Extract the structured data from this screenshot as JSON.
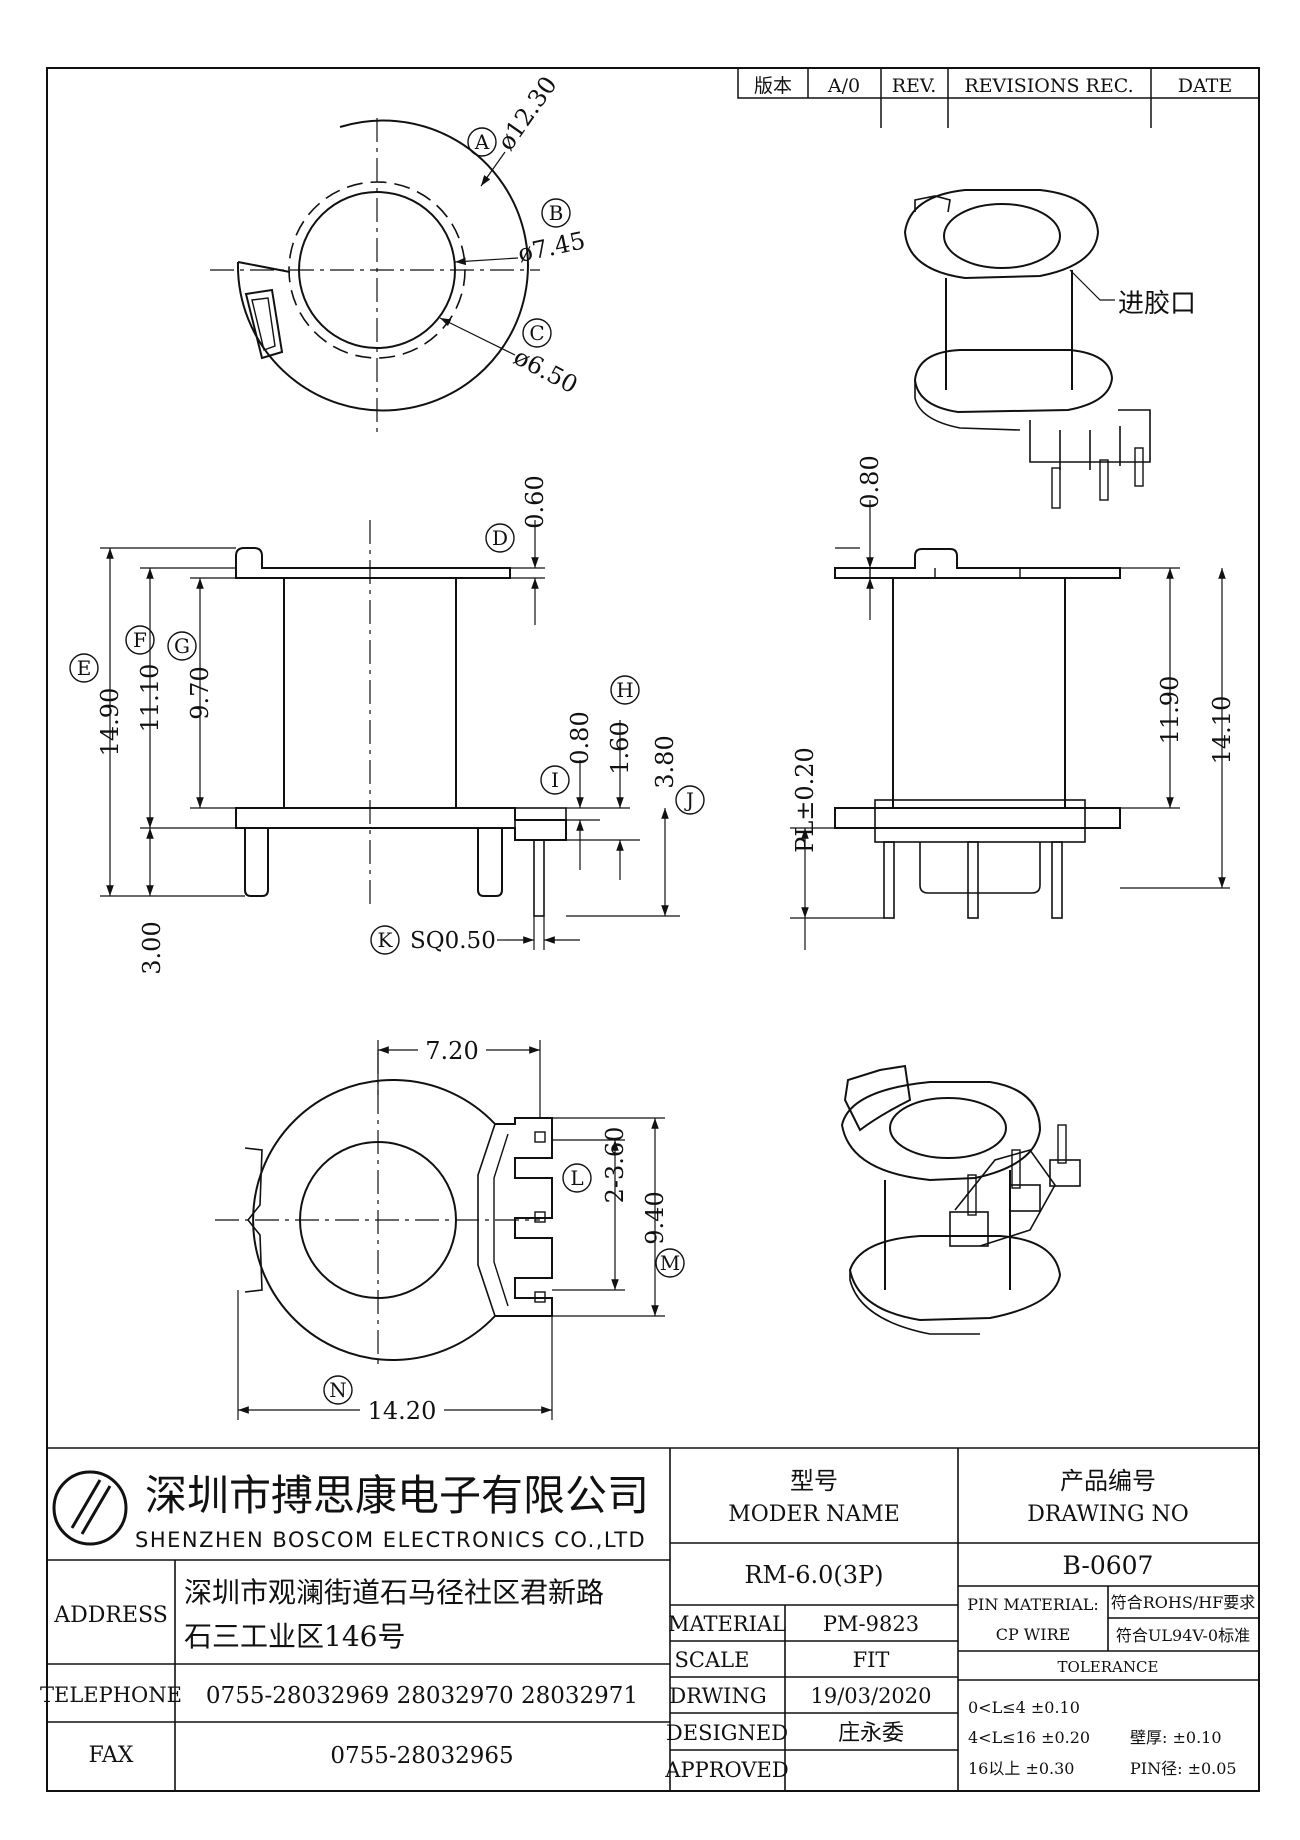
{
  "revision_block": {
    "version_label": "版本",
    "version_value": "A/0",
    "rev_label": "REV.",
    "revisions_label": "REVISIONS REC.",
    "date_label": "DATE"
  },
  "drawing": {
    "callout_letters": [
      "A",
      "B",
      "C",
      "D",
      "E",
      "F",
      "G",
      "H",
      "I",
      "J",
      "K",
      "L",
      "M",
      "N"
    ],
    "dim_a": "ø12.30",
    "dim_b": "ø7.45",
    "dim_c": "ø6.50",
    "dim_d": "0.60",
    "dim_e": "14.90",
    "dim_f": "11.10",
    "dim_g": "9.70",
    "dim_h": "1.60",
    "dim_i": "0.80",
    "dim_j": "3.80",
    "dim_k": "SQ0.50",
    "dim_pin": "3.00",
    "dim_top_flange": "0.80",
    "dim_side_body": "11.90",
    "dim_side_total": "14.10",
    "dim_pl": "PL±0.20",
    "dim_bottom_width": "7.20",
    "dim_l": "2-3.60",
    "dim_m": "9.40",
    "dim_n": "14.20",
    "gate_label": "进胶口"
  },
  "company": {
    "name_cn": "深圳市搏思康电子有限公司",
    "name_en": "SHENZHEN BOSCOM ELECTRONICS CO.,LTD"
  },
  "info": {
    "address_label": "ADDRESS",
    "address_line1": "深圳市观澜街道石马径社区君新路",
    "address_line2": "石三工业区146号",
    "telephone_label": "TELEPHONE",
    "telephone_value": "0755-28032969 28032970 28032971",
    "fax_label": "FAX",
    "fax_value": "0755-28032965"
  },
  "model": {
    "label_cn": "型号",
    "label_en": "MODER NAME",
    "value": "RM-6.0(3P)",
    "material_label": "MATERIAL",
    "material_value": "PM-9823",
    "scale_label": "SCALE",
    "scale_value": "FIT",
    "drwing_label": "DRWING",
    "drwing_value": "19/03/2020",
    "designed_label": "DESIGNED",
    "designed_value": "庄永委",
    "approved_label": "APPROVED",
    "approved_value": ""
  },
  "drawing_no": {
    "label_cn": "产品编号",
    "label_en": "DRAWING NO",
    "value": "B-0607",
    "pin_material_label": "PIN MATERIAL:",
    "pin_material_value": "CP WIRE",
    "req_1": "符合ROHS/HF要求",
    "req_2": "符合UL94V-0标准",
    "tolerance_label": "TOLERANCE",
    "tol_row1": "0<L≤4  ±0.10",
    "tol_row2": "4<L≤16 ±0.20",
    "tol_row3": "16以上   ±0.30",
    "wall_label": "壁厚:  ±0.10",
    "pin_dia_label": "PIN径: ±0.05"
  }
}
